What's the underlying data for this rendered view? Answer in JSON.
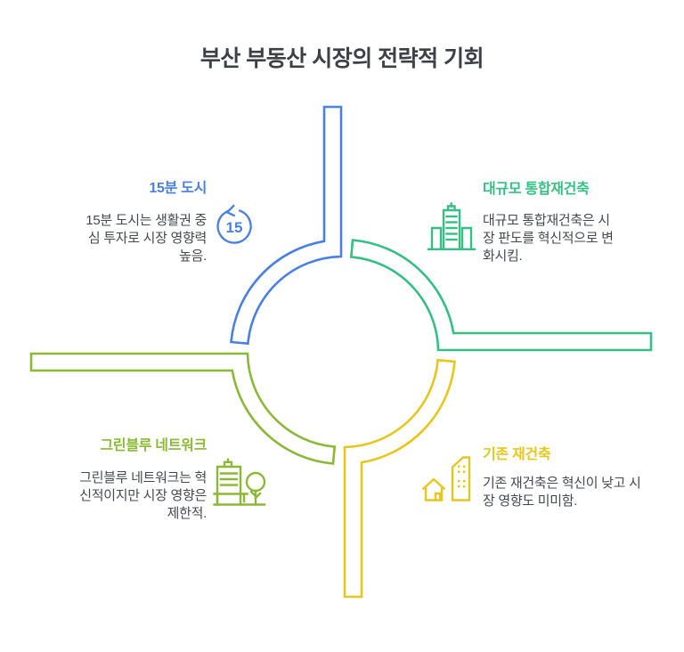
{
  "title": "부산 부동산 시장의 전략적 기회",
  "colors": {
    "background": "#ffffff",
    "title_text": "#3d4045",
    "body_text": "#46494d",
    "blue": "#4a80e0",
    "green": "#35bf85",
    "olive": "#8cb838",
    "yellow": "#e5c720"
  },
  "diagram": {
    "type": "cycle-pinwheel",
    "quadrants": [
      {
        "position": "top-left",
        "label": "15분 도시",
        "description_lines": [
          "15분 도시는 생활권 중",
          "심 투자로 시장 영향력",
          "높음."
        ],
        "color": "#4a80e0",
        "icon": "clock-15-icon",
        "icon_text": "15"
      },
      {
        "position": "top-right",
        "label": "대규모 통합재건축",
        "description_lines": [
          "대규모 통합재건축은 시",
          "장 판도를 혁신적으로 변",
          "화시킴."
        ],
        "color": "#35bf85",
        "icon": "city-buildings-icon"
      },
      {
        "position": "bottom-left",
        "label": "그린블루 네트워크",
        "description_lines": [
          "그린블루 네트워크는 혁",
          "신적이지만 시장 영향은",
          "제한적."
        ],
        "color": "#8cb838",
        "icon": "building-tree-icon"
      },
      {
        "position": "bottom-right",
        "label": "기존 재건축",
        "description_lines": [
          "기존 재건축은 혁신이 낮고 시",
          "장 영향도 미미함."
        ],
        "color": "#e5c720",
        "icon": "house-building-icon"
      }
    ]
  }
}
